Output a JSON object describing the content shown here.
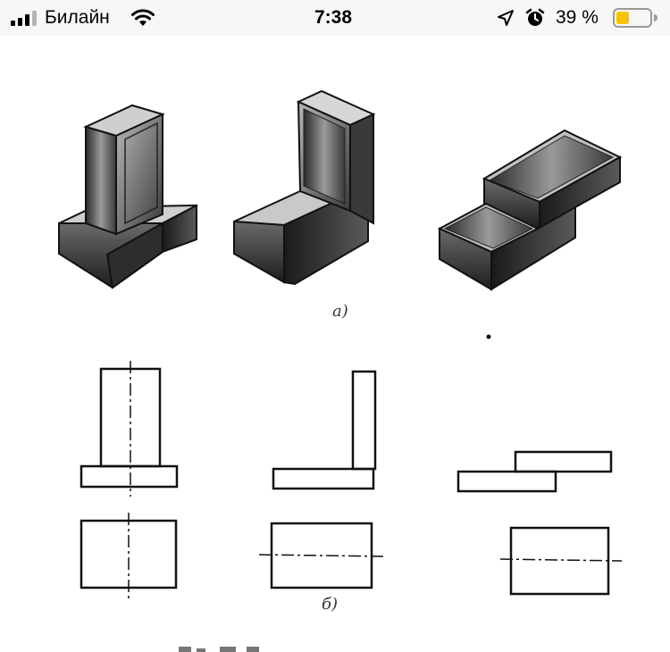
{
  "status_bar": {
    "carrier": "Билайн",
    "time": "7:38",
    "battery_percent": "39 %",
    "battery_level": 0.39,
    "battery_color": "#f7c300",
    "icons": [
      "cellular-signal-icon",
      "wifi-icon",
      "location-arrow-icon",
      "alarm-clock-icon",
      "battery-icon"
    ]
  },
  "figure": {
    "label_a": "а)",
    "label_b": "б)"
  }
}
